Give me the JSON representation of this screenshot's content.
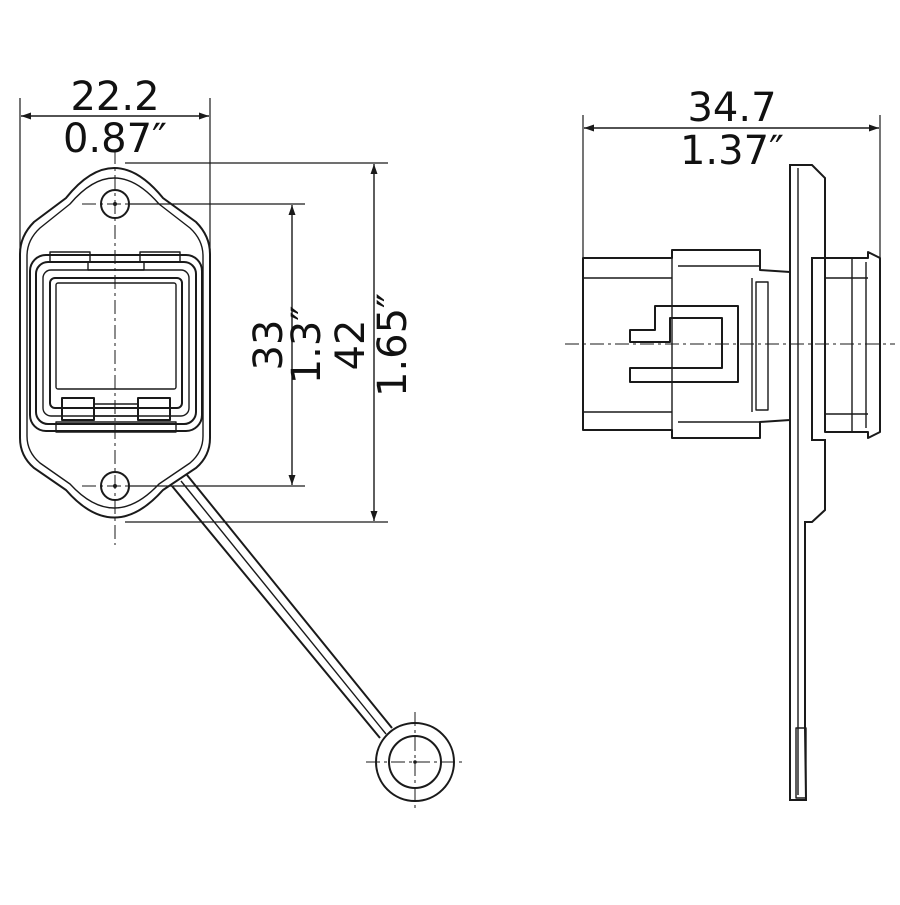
{
  "front_view": {
    "width_mm": "22.2",
    "width_in": "0.87″",
    "hole_spacing_mm": "33",
    "hole_spacing_in": "1.3″",
    "height_mm": "42",
    "height_in": "1.65″"
  },
  "side_view": {
    "depth_mm": "34.7",
    "depth_in": "1.37″"
  }
}
